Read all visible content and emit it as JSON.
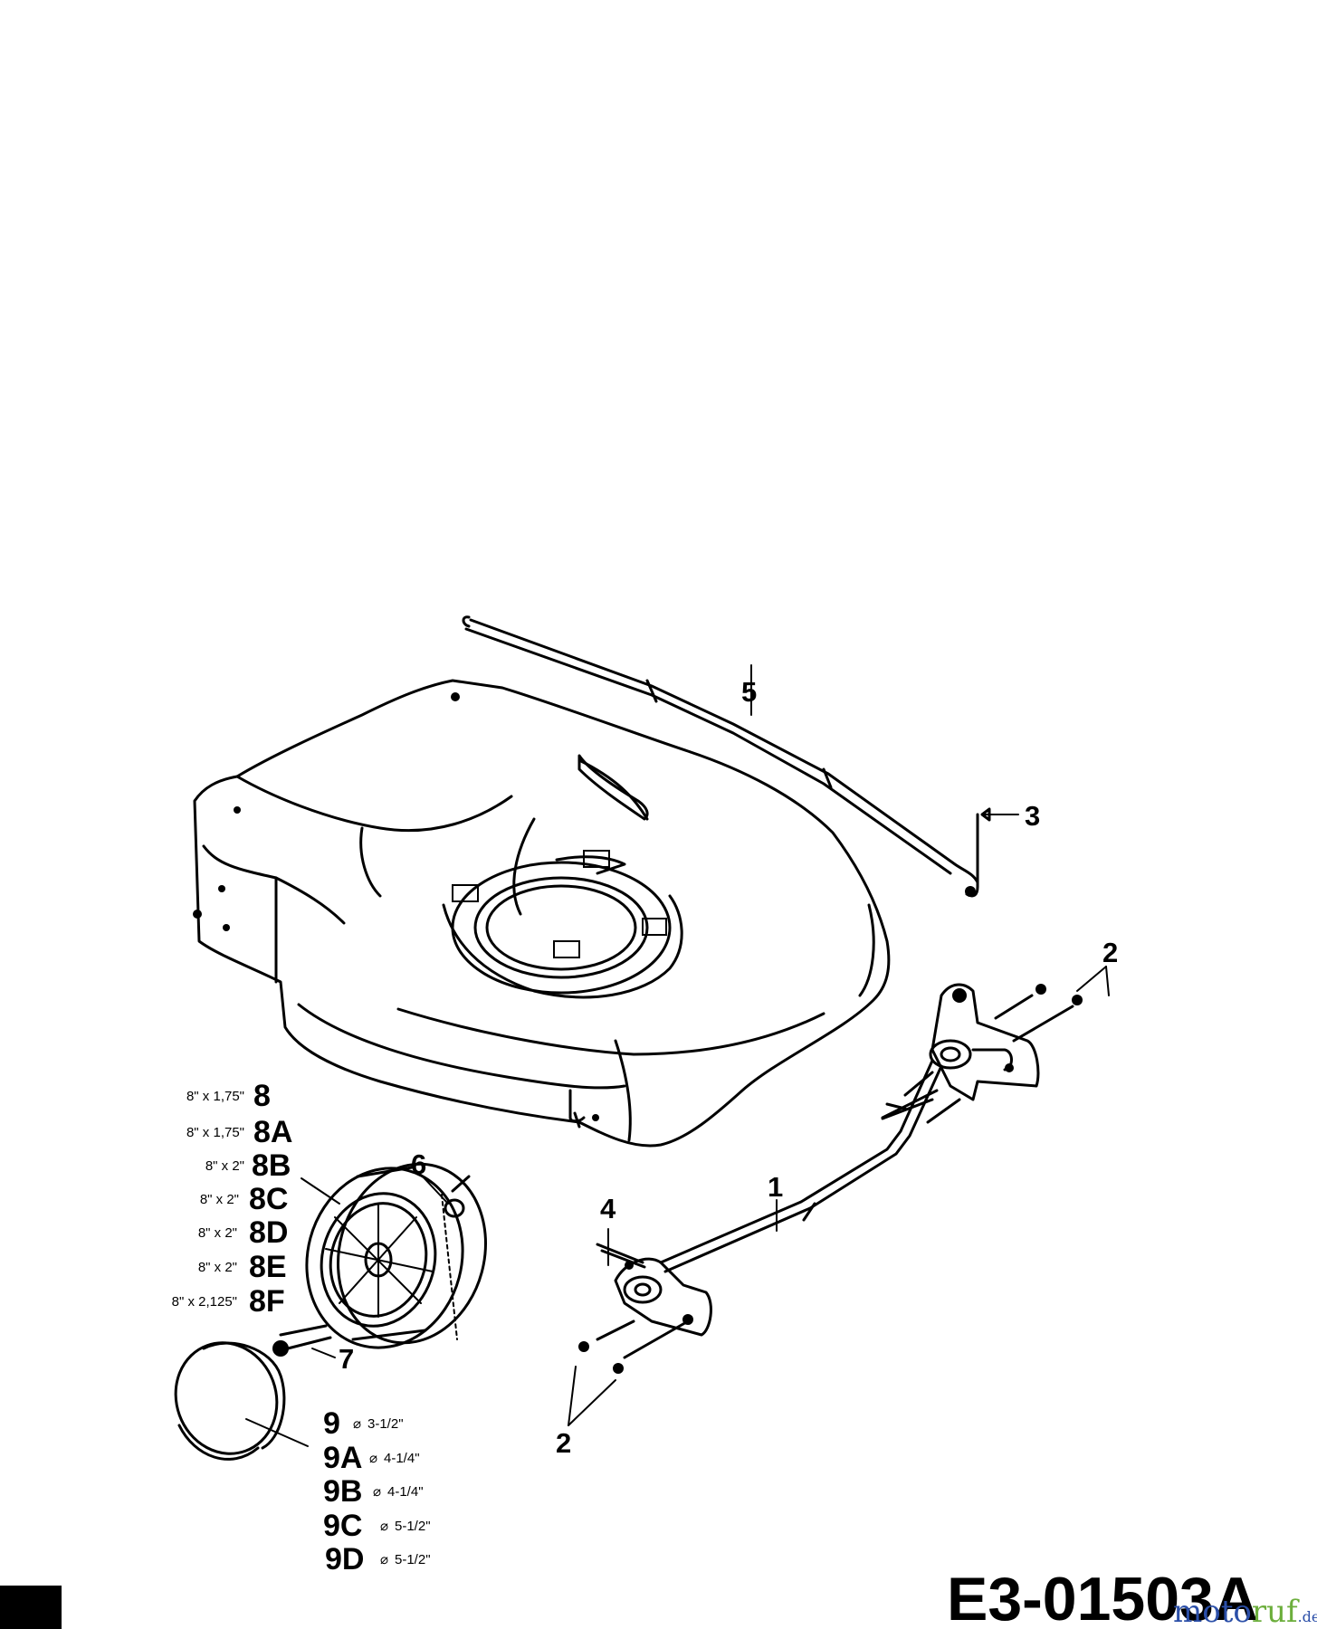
{
  "callouts": {
    "c1": "1",
    "c2a": "2",
    "c2b": "2",
    "c3": "3",
    "c4": "4",
    "c5": "5",
    "c6": "6",
    "c7": "7"
  },
  "wheel_legend": [
    {
      "size": "8\" x 1,75\"",
      "code": "8"
    },
    {
      "size": "8\" x 1,75\"",
      "code": "8A"
    },
    {
      "size": "8\" x 2\"",
      "code": "8B"
    },
    {
      "size": "8\" x 2\"",
      "code": "8C"
    },
    {
      "size": "8\" x 2\"",
      "code": "8D"
    },
    {
      "size": "8\" x 2\"",
      "code": "8E"
    },
    {
      "size": "8\" x 2,125\"",
      "code": "8F"
    }
  ],
  "cap_legend": [
    {
      "code": "9",
      "diameter": "3-1/2\""
    },
    {
      "code": "9A",
      "diameter": "4-1/4\""
    },
    {
      "code": "9B",
      "diameter": "4-1/4\""
    },
    {
      "code": "9C",
      "diameter": "5-1/2\""
    },
    {
      "code": "9D",
      "diameter": "5-1/2\""
    }
  ],
  "document_id": "E3-01503A",
  "watermark": {
    "part1": "moto",
    "part2": "ruf",
    "suffix": ".de"
  },
  "colors": {
    "ink": "#000000",
    "background": "#ffffff",
    "watermark_blue": "#2b4fa8",
    "watermark_green": "#6cae3c"
  }
}
